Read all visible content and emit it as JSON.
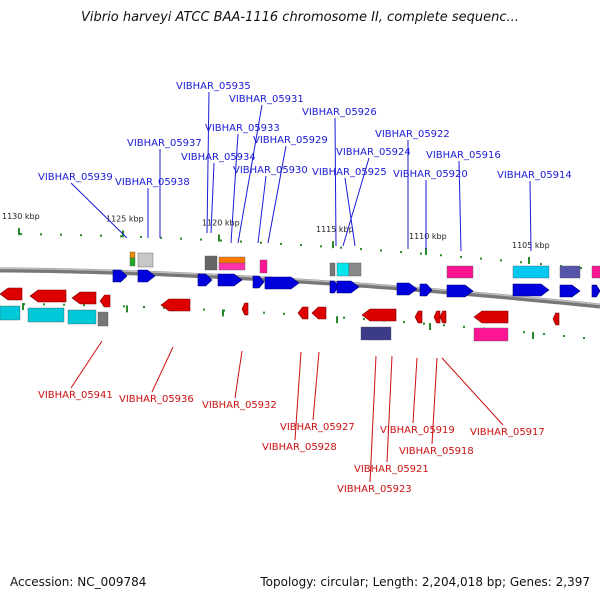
{
  "title": "Vibrio harveyi ATCC BAA-1116 chromosome II, complete sequenc...",
  "footer": {
    "accession": "Accession: NC_009784",
    "summary": "Topology: circular; Length: 2,204,018 bp; Genes: 2,397"
  },
  "colors": {
    "forward_strand": "#0000dd",
    "reverse_strand": "#dd0000",
    "forward_label": "#1a1ad6",
    "reverse_label": "#cc1111",
    "backbone": "#777777",
    "tick": "#2a8a2a"
  },
  "kbp_ticks": [
    "1130 kbp",
    "1125 kbp",
    "1120 kbp",
    "1115 kbp",
    "1110 kbp",
    "1105 kbp"
  ],
  "forward_genes": [
    "VIBHAR_05939",
    "VIBHAR_05938",
    "VIBHAR_05937",
    "VIBHAR_05935",
    "VIBHAR_05934",
    "VIBHAR_05933",
    "VIBHAR_05931",
    "VIBHAR_05930",
    "VIBHAR_05929",
    "VIBHAR_05926",
    "VIBHAR_05925",
    "VIBHAR_05924",
    "VIBHAR_05922",
    "VIBHAR_05920",
    "VIBHAR_05916",
    "VIBHAR_05914"
  ],
  "reverse_genes": [
    "VIBHAR_05941",
    "VIBHAR_05936",
    "VIBHAR_05932",
    "VIBHAR_05928",
    "VIBHAR_05927",
    "VIBHAR_05923",
    "VIBHAR_05921",
    "VIBHAR_05919",
    "VIBHAR_05918",
    "VIBHAR_05917"
  ]
}
